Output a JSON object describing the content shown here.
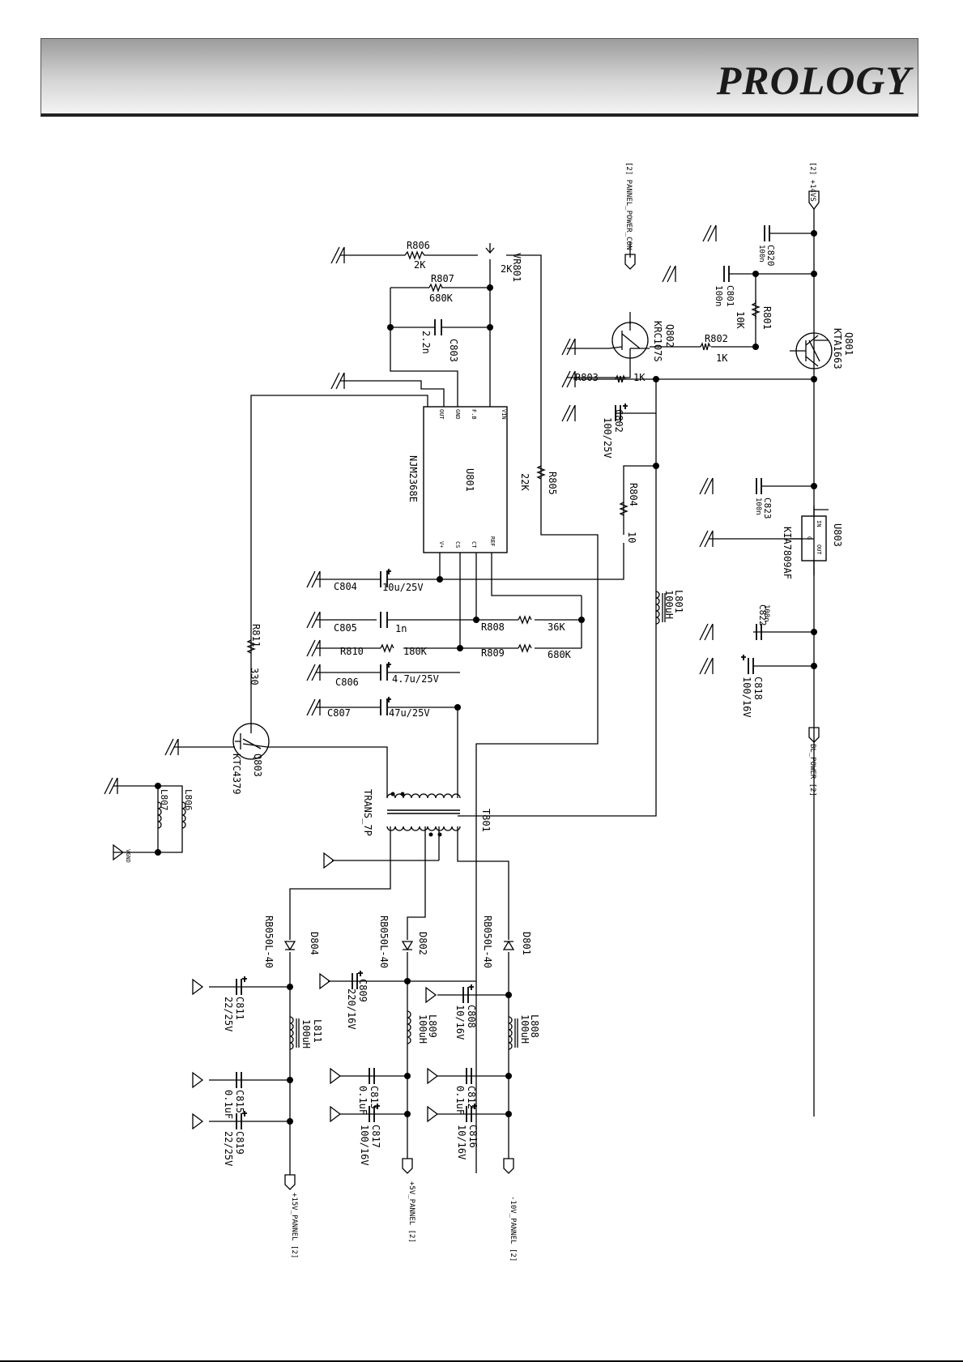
{
  "header": {
    "brand": "PROLOGY"
  },
  "colors": {
    "ink": "#000000",
    "header_dark": "#9c9c9c",
    "header_light": "#f4f4f4"
  },
  "labels": {
    "p14vs": "[2] +14VS",
    "panel_pwr": "[2] PANNEL_POWER_CON",
    "c820": "C820",
    "c820v": "100n",
    "c801": "C801",
    "c801v": "100n",
    "r801": "R801",
    "r801v": "10K",
    "q801": "Q801",
    "q801p": "KTA1663",
    "q802": "Q802",
    "q802p": "KRC107S",
    "r802": "R802",
    "r802v": "1K",
    "r803": "R803",
    "r803v": "1K",
    "c802": "C802",
    "c802v": "100/25V",
    "c823": "C823",
    "c823v": "100n",
    "u803": "U803",
    "u803p": "KIA7809AF",
    "u803in": "IN",
    "u803out": "OUT",
    "u803g": "G",
    "r804": "R804",
    "r804v": "10",
    "r805": "R805",
    "r805v": "22K",
    "l801": "L801",
    "l801v": "100uH",
    "c822": "C822",
    "c822v": "100n",
    "c818": "C818",
    "c818v": "100/16V",
    "bl_power": "BL_POWER [2]",
    "r806": "R806",
    "r806v": "2K",
    "vr801": "VR801",
    "vr801v": "2K",
    "r807": "R807",
    "r807v": "680K",
    "c803": "C803",
    "c803v": "2.2n",
    "u801": "U801",
    "u801p": "NJM2368E",
    "pin_out": "OUT",
    "pin_gnd": "GND",
    "pin_fb": "F.B",
    "pin_vin": "VIN",
    "pin_vp": "V+",
    "pin_cs": "CS",
    "pin_ct": "CT",
    "pin_ref": "REF",
    "c804": "C804",
    "c804v": "10u/25V",
    "c805": "C805",
    "c805v": "1n",
    "r808": "R808",
    "r808v": "36K",
    "r810": "R810",
    "r810v": "180K",
    "r809": "R809",
    "r809v": "680K",
    "c806": "C806",
    "c806v": "4.7u/25V",
    "c807": "C807",
    "c807v": "47u/25V",
    "r811": "R811",
    "r811v": "330",
    "q803": "Q803",
    "q803p": "KTC4379",
    "l806": "L806",
    "l807": "L807",
    "trans": "TRANS_7P",
    "t801": "T801",
    "vgnd": "VGND",
    "d804": "D804",
    "d804p": "RB050L-40",
    "d802": "D802",
    "d802p": "RB050L-40",
    "d801": "D801",
    "d801p": "RB050L-40",
    "c811": "C811",
    "c811v": "22/25V",
    "c809": "C809",
    "c809v": "220/16V",
    "c808": "C808",
    "c808v": "10/16V",
    "l811": "L811",
    "l811v": "100uH",
    "l809": "L809",
    "l809v": "100uH",
    "l808": "L808",
    "l808v": "100uH",
    "c815": "C815",
    "c815v": "0.1uF",
    "c813": "C813",
    "c813v": "0.1uF",
    "c812": "C812",
    "c812v": "0.1uF",
    "c819": "C819",
    "c819v": "22/25V",
    "c817": "C817",
    "c817v": "100/16V",
    "c816": "C816",
    "c816v": "10/16V",
    "out15": "+15V_PANNEL [2]",
    "out5": "+5V_PANNEL [2]",
    "outm10": "-10V_PANNEL [2]"
  }
}
